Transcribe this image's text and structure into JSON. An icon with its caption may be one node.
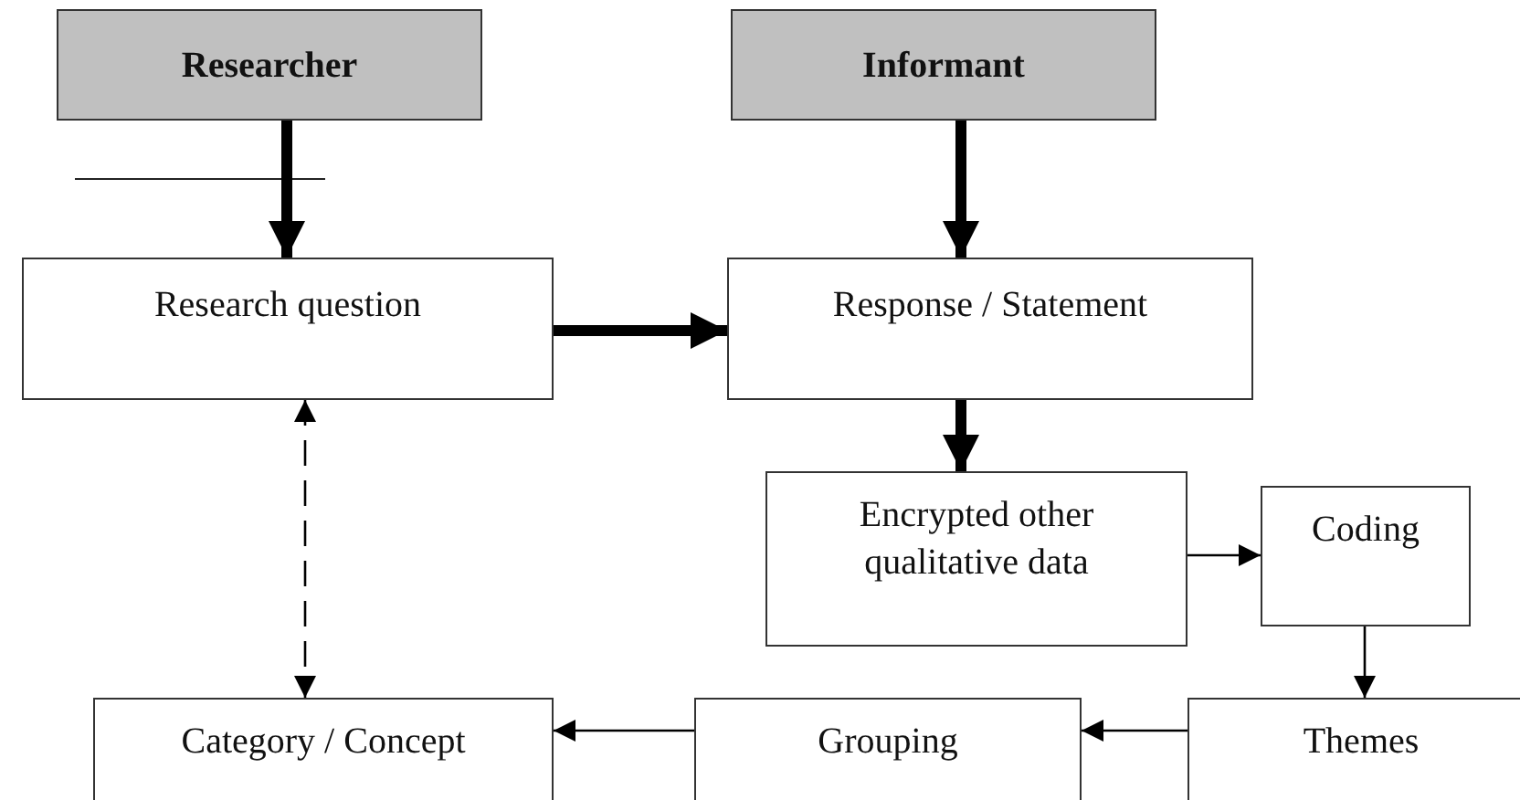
{
  "diagram": {
    "nodes": [
      {
        "text": [
          "Researcher"
        ]
      },
      {
        "text": [
          "Informant"
        ]
      },
      {
        "text": [
          "Research question"
        ]
      },
      {
        "text": [
          "Response / Statement"
        ]
      },
      {
        "text": [
          "Encrypted other qualitative data"
        ]
      },
      {
        "text": [
          "Coding"
        ]
      },
      {
        "text": [
          "Themes"
        ]
      },
      {
        "text": [
          "Grouping"
        ]
      },
      {
        "text": [
          "Category / Concept"
        ]
      }
    ],
    "edges": [
      {
        "from": 0,
        "to": 2,
        "arrow": "to",
        "style": "thick"
      },
      {
        "from": 1,
        "to": 3,
        "arrow": "to",
        "style": "thick"
      },
      {
        "from": 2,
        "to": 3,
        "arrow": "to",
        "style": "thick"
      },
      {
        "from": 3,
        "to": 4,
        "arrow": "to",
        "style": "thick"
      },
      {
        "from": 4,
        "to": 5,
        "arrow": "to"
      },
      {
        "from": 5,
        "to": 6,
        "arrow": "to"
      },
      {
        "from": 6,
        "to": 7,
        "arrow": "to"
      },
      {
        "from": 7,
        "to": 8,
        "arrow": "to"
      },
      {
        "from": 2,
        "to": 8,
        "arrow": "both",
        "style": "dashed"
      }
    ]
  }
}
